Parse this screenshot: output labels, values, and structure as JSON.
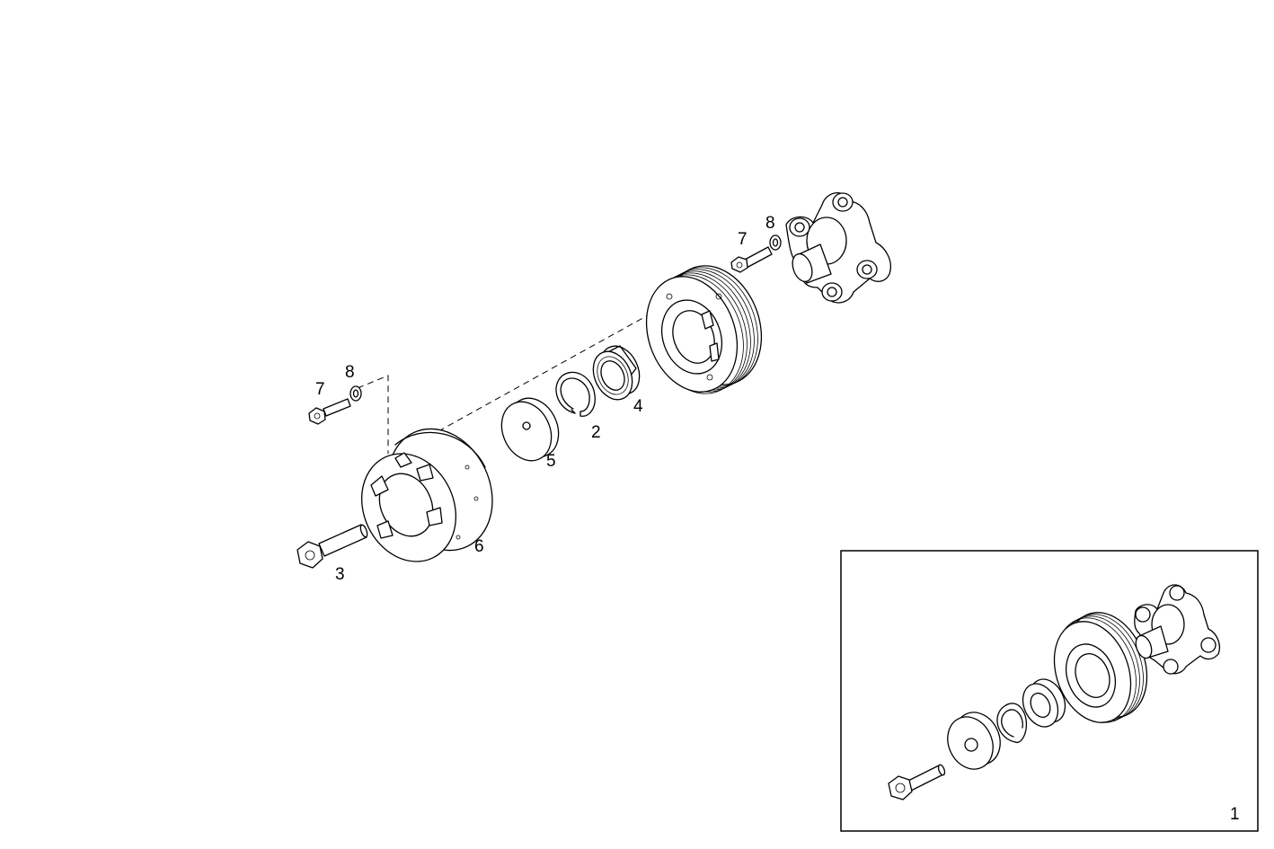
{
  "callouts": {
    "p1": "1",
    "p2": "2",
    "p3": "3",
    "p4": "4",
    "p5": "5",
    "p6": "6",
    "p7a": "7",
    "p8a": "8",
    "p7b": "7",
    "p8b": "8"
  }
}
